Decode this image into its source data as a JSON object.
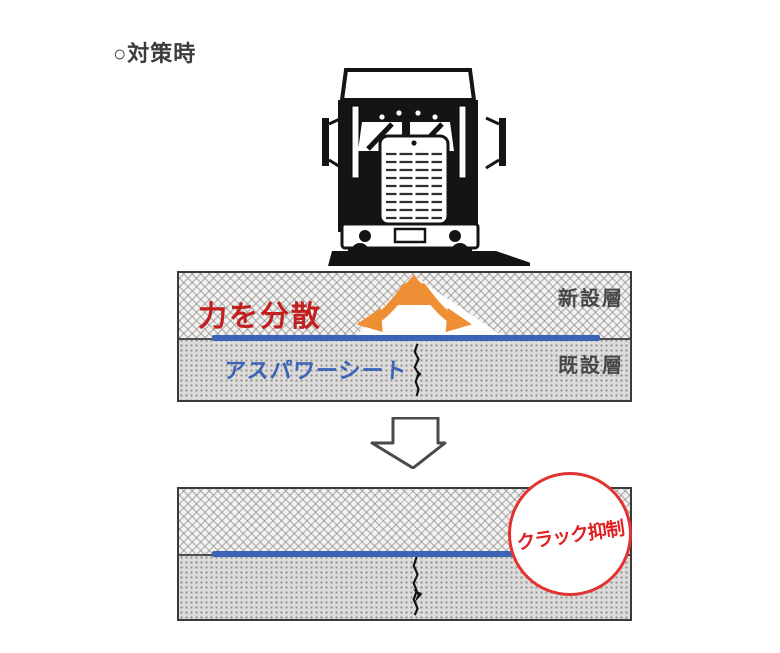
{
  "title": {
    "text": "○対策時"
  },
  "top_diagram": {
    "force_label": "力を分散",
    "sheet_label": "アスパワーシート",
    "new_layer_label": "新設層",
    "existing_layer_label": "既設層"
  },
  "bottom_diagram": {
    "badge_label": "クラック抑制"
  },
  "icons": {
    "truck": "truck-front-icon",
    "down_arrow": "down-arrow-icon",
    "force_arrows": "force-dispersion-arrows-icon",
    "crack": "crack-icon"
  },
  "colors": {
    "force_text_red": "#c41f1f",
    "sheet_blue": "#3b63b8",
    "arrow_orange": "#ef8f35",
    "badge_border_red": "#e23333",
    "badge_text_red": "#e02020",
    "layer_label_gray": "#474747",
    "block_border": "#3a3a3a"
  }
}
